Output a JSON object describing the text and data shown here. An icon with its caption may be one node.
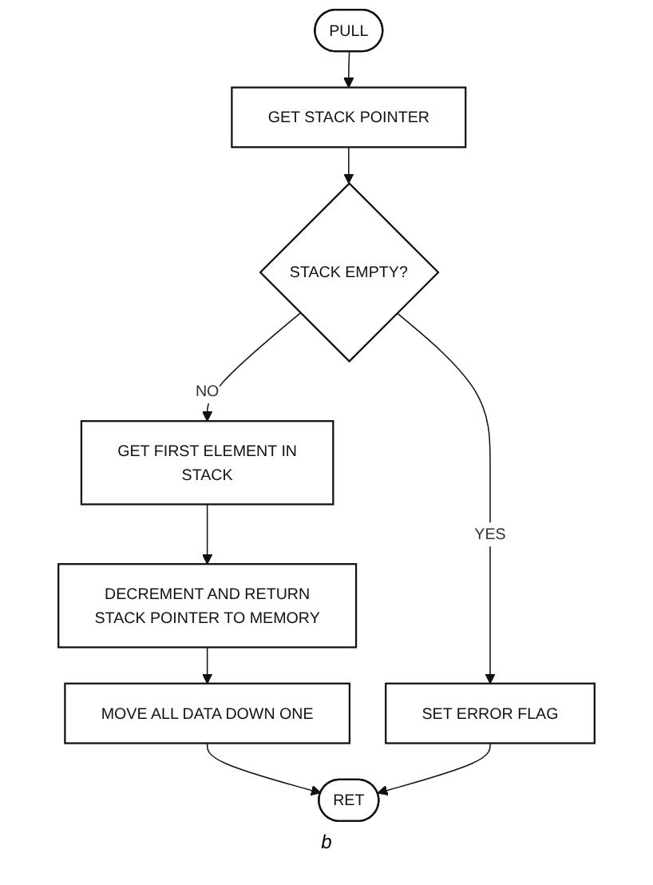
{
  "diagram": {
    "caption": "b",
    "nodes": [
      {
        "text": [
          "PULL"
        ]
      },
      {
        "text": [
          "GET STACK POINTER"
        ]
      },
      {
        "text": [
          "STACK EMPTY?"
        ]
      },
      {
        "text": [
          "SET ERROR FLAG"
        ]
      },
      {
        "text": [
          "GET FIRST ELEMENT IN STACK"
        ]
      },
      {
        "text": [
          "DECREMENT AND RETURN STACK POINTER TO MEMORY"
        ]
      },
      {
        "text": [
          "MOVE ALL DATA DOWN ONE"
        ]
      },
      {
        "text": [
          "RET"
        ]
      }
    ],
    "edges": [
      {
        "from": 0,
        "to": 1,
        "arrow": "to"
      },
      {
        "from": 1,
        "to": 2,
        "arrow": "to"
      },
      {
        "from": 2,
        "to": 3,
        "arrow": "to",
        "label": "YES"
      },
      {
        "from": 2,
        "to": 4,
        "arrow": "to",
        "label": "NO"
      },
      {
        "from": 4,
        "to": 5,
        "arrow": "to"
      },
      {
        "from": 5,
        "to": 6,
        "arrow": "to"
      },
      {
        "from": 6,
        "to": 7,
        "arrow": "to"
      },
      {
        "from": 3,
        "to": 7,
        "arrow": "to"
      }
    ]
  }
}
